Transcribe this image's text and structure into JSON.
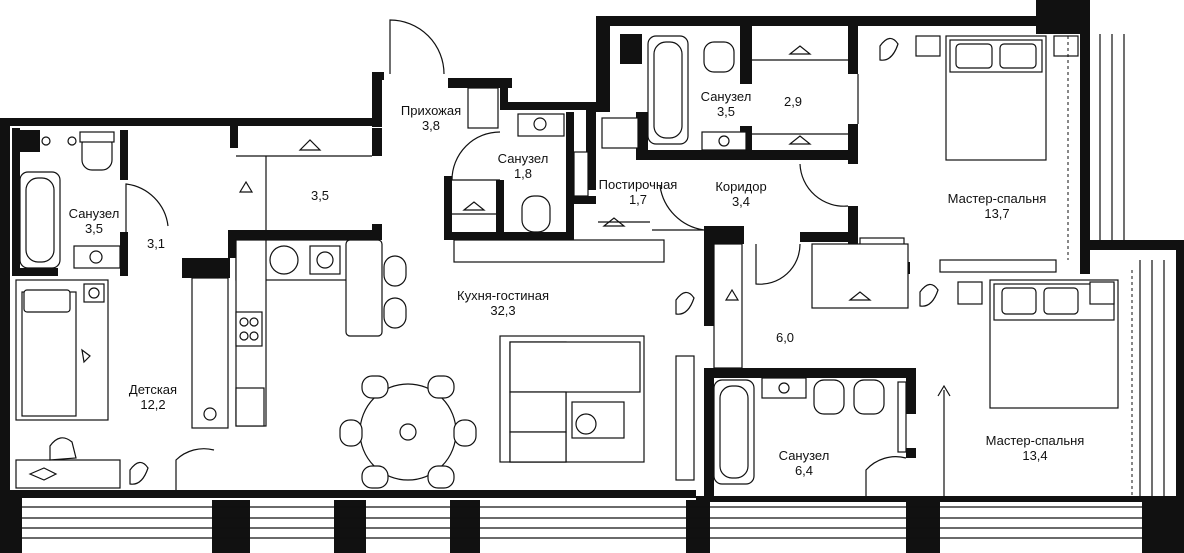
{
  "rooms": [
    {
      "id": "bath-left",
      "name": "Санузел",
      "area": "3,5"
    },
    {
      "id": "closet-hall",
      "name": "",
      "area": "3,1"
    },
    {
      "id": "kids",
      "name": "Детская",
      "area": "12,2"
    },
    {
      "id": "storage",
      "name": "",
      "area": "3,5"
    },
    {
      "id": "entry",
      "name": "Прихожая",
      "area": "3,8"
    },
    {
      "id": "wc",
      "name": "Санузел",
      "area": "1,8"
    },
    {
      "id": "laundry",
      "name": "Постирочная",
      "area": "1,7"
    },
    {
      "id": "kitchen-living",
      "name": "Кухня-гостиная",
      "area": "32,3"
    },
    {
      "id": "bath-master1",
      "name": "Санузел",
      "area": "3,5"
    },
    {
      "id": "wardrobe",
      "name": "",
      "area": "2,9"
    },
    {
      "id": "corridor",
      "name": "Коридор",
      "area": "3,4"
    },
    {
      "id": "master1",
      "name": "Мастер-спальня",
      "area": "13,7"
    },
    {
      "id": "dressing",
      "name": "",
      "area": "6,0"
    },
    {
      "id": "bath-master2",
      "name": "Санузел",
      "area": "6,4"
    },
    {
      "id": "master2",
      "name": "Мастер-спальня",
      "area": "13,4"
    }
  ]
}
